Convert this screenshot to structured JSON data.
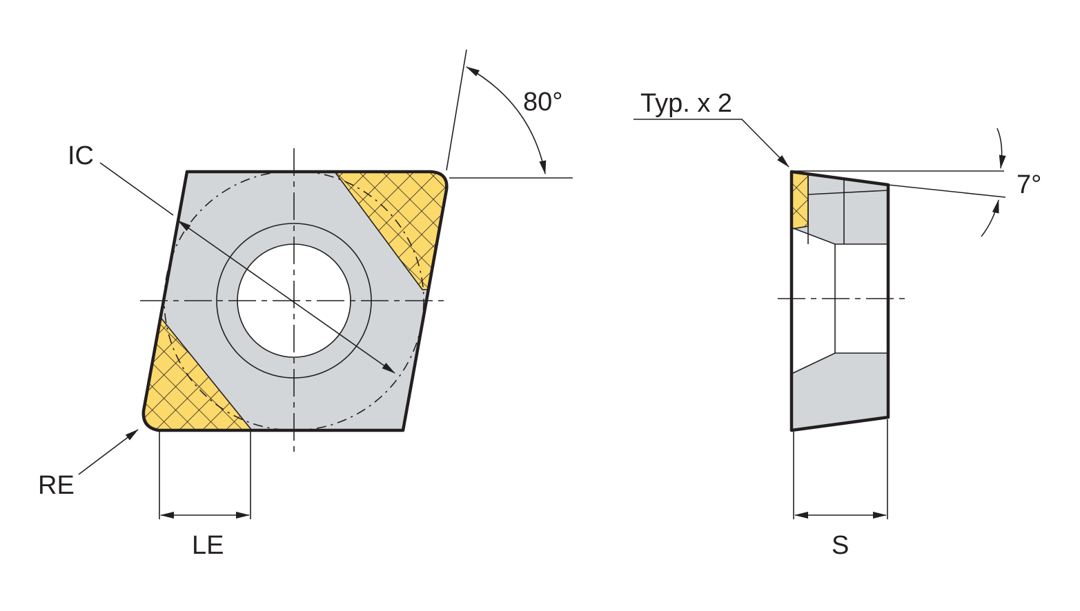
{
  "labels": {
    "ic": "IC",
    "re": "RE",
    "le": "LE",
    "angle_80": "80°",
    "typ": "Typ. x 2",
    "angle_7": "7°",
    "s": "S"
  },
  "colors": {
    "insert_body": "#d2d6d8",
    "cutting_tip": "#fcd96b",
    "line": "#231f20",
    "background": "#ffffff"
  }
}
